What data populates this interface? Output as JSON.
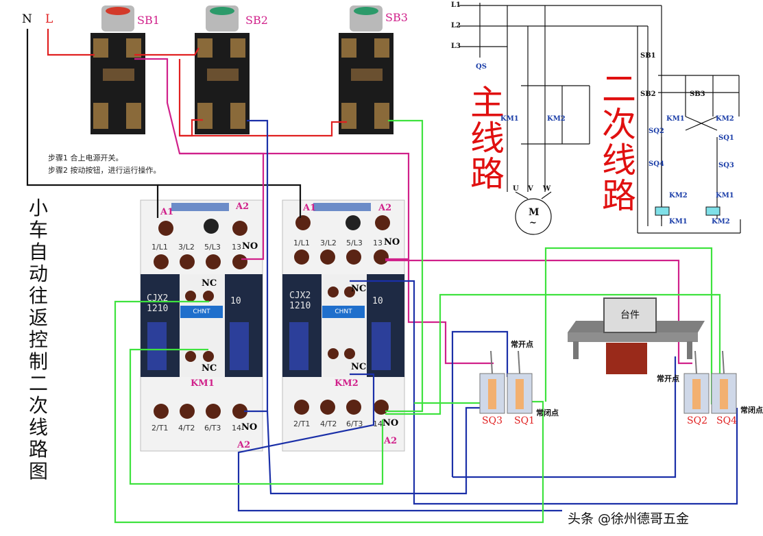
{
  "labels": {
    "N": "N",
    "L": "L",
    "SB1": "SB1",
    "SB2": "SB2",
    "SB3": "SB3",
    "step1": "步骤1 合上电源开关。",
    "step2": "步骤2 按动按钮，进行运行操作。",
    "vertical_title": "小车自动往返控制二次线路图",
    "main_circuit": "主线路",
    "secondary_circuit": "二次线路",
    "workpiece": "台件",
    "watermark": "头条 @徐州德哥五金"
  },
  "contactors": [
    {
      "name": "KM1",
      "model": "CJX2\n1210",
      "a1": "A1",
      "a2_top": "A2",
      "a2_bottom": "A2",
      "top_terminals": [
        "1/L1",
        "3/L2",
        "5/L3",
        "13"
      ],
      "bottom_terminals": [
        "2/T1",
        "4/T2",
        "6/T3",
        "14"
      ],
      "no_top": "NO",
      "no_bottom": "NO",
      "nc_top": "NC",
      "nc_bottom": "NC",
      "brand": "CHNT",
      "knob": "10"
    },
    {
      "name": "KM2",
      "model": "CJX2\n1210",
      "a1": "A1",
      "a2_top": "A2",
      "a2_bottom": "A2",
      "top_terminals": [
        "1/L1",
        "3/L2",
        "5/L3",
        "13"
      ],
      "bottom_terminals": [
        "2/T1",
        "4/T2",
        "6/T3",
        "14"
      ],
      "no_top": "NO",
      "no_bottom": "NO",
      "nc_top": "NC",
      "nc_bottom": "NC",
      "brand": "CHNT",
      "knob": "10"
    }
  ],
  "limit_switches": {
    "left_pair": [
      "SQ3",
      "SQ1"
    ],
    "right_pair": [
      "SQ2",
      "SQ4"
    ],
    "no_label": "常开点",
    "nc_label": "常闭点"
  },
  "schematic": {
    "lines": [
      "L1",
      "L2",
      "L3"
    ],
    "qs": "QS",
    "km1": "KM1",
    "km2": "KM2",
    "motor": "M",
    "motor_symbol": "~",
    "uvw": [
      "U",
      "V",
      "W"
    ],
    "sb_labels": [
      "SB1",
      "SB2",
      "SB3"
    ],
    "sq_labels": [
      "SQ2",
      "SQ1",
      "SQ4",
      "SQ3"
    ],
    "interlock_km": [
      "KM1",
      "KM2",
      "KM2",
      "KM1"
    ],
    "coil_labels": [
      "KM1",
      "KM2"
    ]
  },
  "colors": {
    "red_wire": "#e02020",
    "magenta_wire": "#d0208a",
    "blue_wire": "#1a2fa8",
    "green_wire": "#3ee23e",
    "black_wire": "#111111"
  }
}
